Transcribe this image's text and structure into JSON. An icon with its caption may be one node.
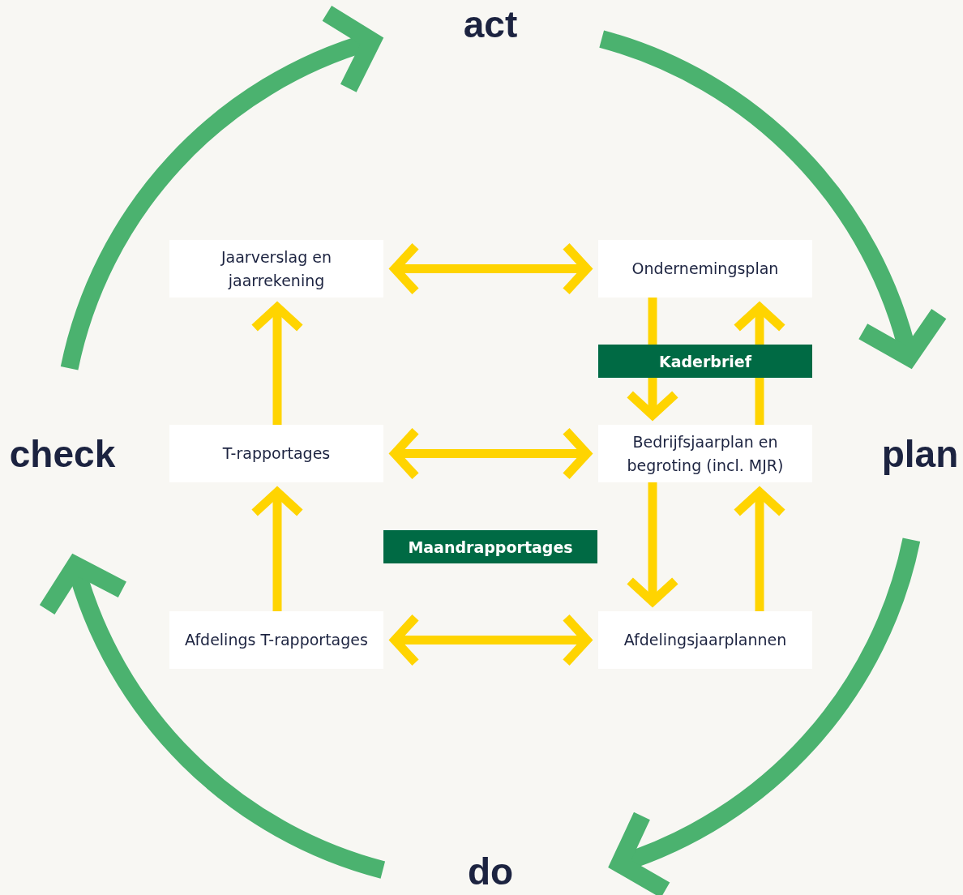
{
  "diagram": {
    "nodes": [
      {
        "text": [
          "Jaarverslag en jaarrekening"
        ]
      },
      {
        "text": [
          "Ondernemingsplan"
        ]
      },
      {
        "text": [
          "Kaderbrief"
        ]
      },
      {
        "text": [
          "T-rapportages"
        ]
      },
      {
        "text": [
          "Bedrijfsjaarplan en begroting (incl. MJR)"
        ]
      },
      {
        "text": [
          "Maandrapportages"
        ]
      },
      {
        "text": [
          "Afdelings T-rapportages"
        ]
      },
      {
        "text": [
          "Afdelingsjaarplannen"
        ]
      }
    ],
    "edges": [
      {
        "from": 0,
        "to": 1,
        "arrow": "both"
      },
      {
        "from": 3,
        "to": 4,
        "arrow": "both"
      },
      {
        "from": 6,
        "to": 7,
        "arrow": "both"
      },
      {
        "from": 3,
        "to": 0,
        "arrow": "to"
      },
      {
        "from": 6,
        "to": 3,
        "arrow": "to"
      },
      {
        "from": 1,
        "to": 2,
        "arrow": "none"
      },
      {
        "from": 2,
        "to": 4,
        "arrow": "to"
      },
      {
        "from": 4,
        "to": 2,
        "arrow": "none"
      },
      {
        "from": 2,
        "to": 1,
        "arrow": "to"
      },
      {
        "from": 4,
        "to": 7,
        "arrow": "to"
      },
      {
        "from": 7,
        "to": 4,
        "arrow": "to"
      }
    ],
    "labels": [
      "act",
      "check",
      "plan",
      "do"
    ]
  }
}
